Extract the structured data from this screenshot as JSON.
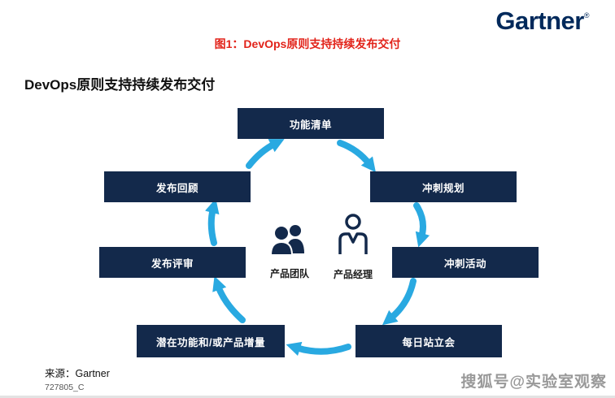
{
  "page": {
    "logo_text": "Gartner",
    "logo_reg": "®",
    "caption": "图1：DevOps原则支持持续发布交付",
    "title": "DevOps原则支持持续发布交付",
    "source_label": "来源：Gartner",
    "doc_id": "727805_C",
    "watermark": "搜狐号@实验室观察"
  },
  "diagram": {
    "type": "cycle",
    "direction": "clockwise",
    "nodes": [
      {
        "id": "feature-list",
        "label": "功能清单"
      },
      {
        "id": "sprint-planning",
        "label": "冲刺规划"
      },
      {
        "id": "sprint-activity",
        "label": "冲刺活动"
      },
      {
        "id": "daily-standup",
        "label": "每日站立会"
      },
      {
        "id": "product-increment",
        "label": "潜在功能和/或产品增量"
      },
      {
        "id": "release-review",
        "label": "发布评审"
      },
      {
        "id": "release-retrospective",
        "label": "发布回顾"
      }
    ],
    "center": {
      "team_label": "产品团队",
      "manager_label": "产品经理"
    },
    "colors": {
      "node_bg": "#13294B",
      "node_text": "#FFFFFF",
      "arrow": "#29A9E1",
      "caption_red": "#E2231A",
      "logo_blue": "#00295B"
    }
  }
}
